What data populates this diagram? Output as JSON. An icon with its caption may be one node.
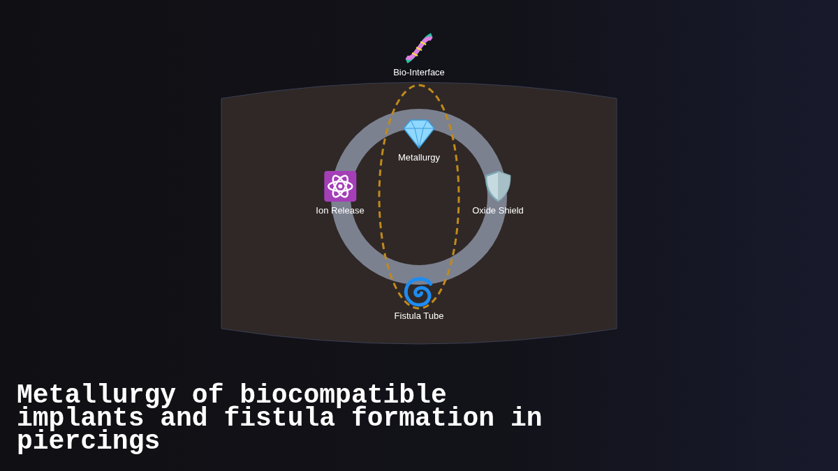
{
  "diagram": {
    "title": "Metallurgy of biocompatible implants and fistula formation in piercings",
    "nodes": [
      {
        "text": [
          "Bio-Interface"
        ]
      },
      {
        "text": [
          "Metallurgy"
        ]
      },
      {
        "text": [
          "Ion Release"
        ]
      },
      {
        "text": [
          "Oxide Shield"
        ]
      },
      {
        "text": [
          "Fistula Tube"
        ]
      }
    ]
  }
}
